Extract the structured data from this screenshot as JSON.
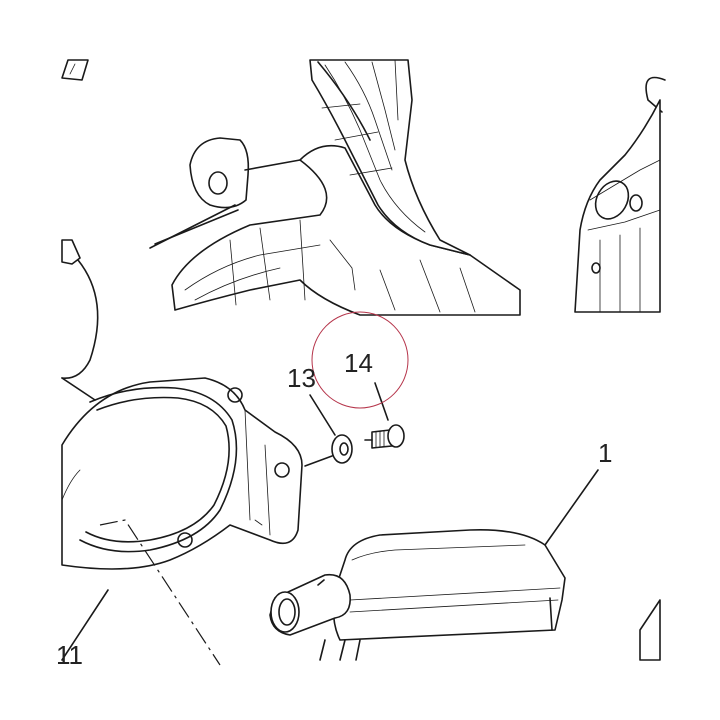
{
  "callouts": {
    "part_14": "14",
    "part_13": "13",
    "part_1": "1",
    "part_11": "11"
  },
  "highlight": {
    "part": "14",
    "color": "#b5344a"
  }
}
